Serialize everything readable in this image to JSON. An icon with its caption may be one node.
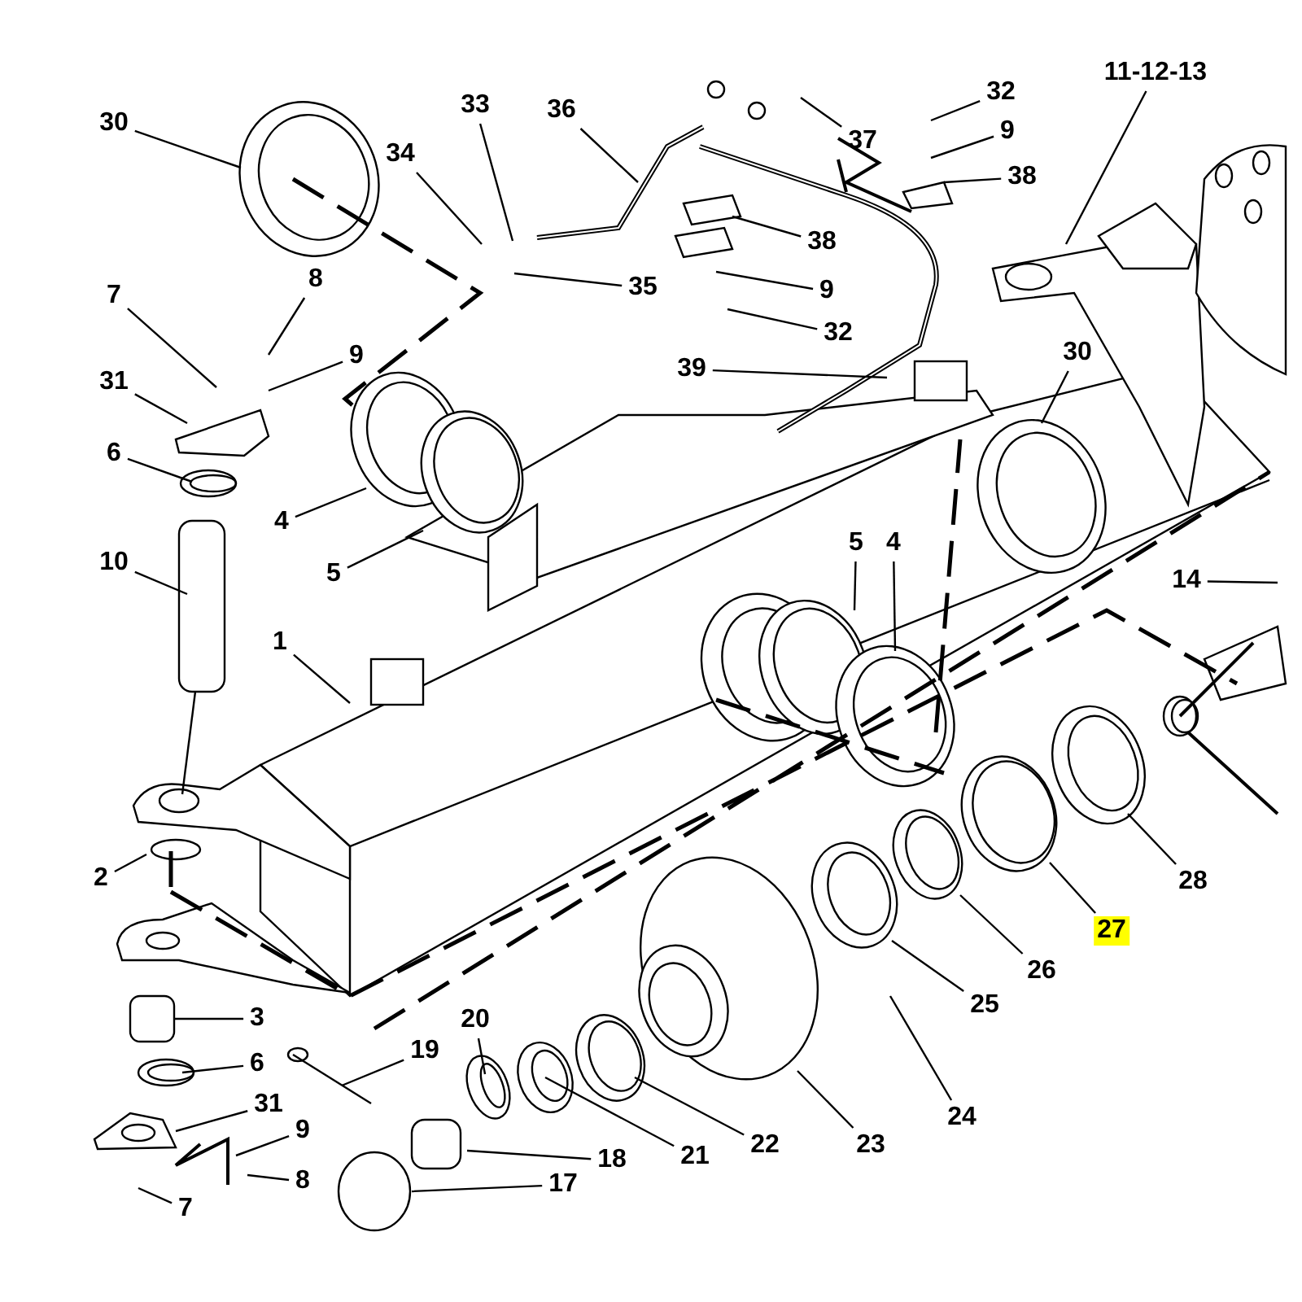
{
  "diagram": {
    "nodes": [
      {
        "text": [
          "30"
        ]
      },
      {
        "text": [
          "33"
        ]
      },
      {
        "text": [
          "36"
        ]
      },
      {
        "text": [
          "34"
        ]
      },
      {
        "text": [
          "35"
        ]
      },
      {
        "text": [
          "32"
        ]
      },
      {
        "text": [
          "9"
        ]
      },
      {
        "text": [
          "37"
        ]
      },
      {
        "text": [
          "38"
        ]
      },
      {
        "text": [
          "38"
        ]
      },
      {
        "text": [
          "9"
        ]
      },
      {
        "text": [
          "32"
        ]
      },
      {
        "text": [
          "11-12-13"
        ]
      },
      {
        "text": [
          "7"
        ]
      },
      {
        "text": [
          "8"
        ]
      },
      {
        "text": [
          "9"
        ]
      },
      {
        "text": [
          "31"
        ]
      },
      {
        "text": [
          "6"
        ]
      },
      {
        "text": [
          "39"
        ]
      },
      {
        "text": [
          "30"
        ]
      },
      {
        "text": [
          "4"
        ]
      },
      {
        "text": [
          "5"
        ]
      },
      {
        "text": [
          "10"
        ]
      },
      {
        "text": [
          "1"
        ]
      },
      {
        "text": [
          "5"
        ]
      },
      {
        "text": [
          "4"
        ]
      },
      {
        "text": [
          "14"
        ]
      },
      {
        "text": [
          "2"
        ]
      },
      {
        "text": [
          "3"
        ]
      },
      {
        "text": [
          "6"
        ]
      },
      {
        "text": [
          "19"
        ]
      },
      {
        "text": [
          "20"
        ]
      },
      {
        "text": [
          "31"
        ]
      },
      {
        "text": [
          "9"
        ]
      },
      {
        "text": [
          "8"
        ]
      },
      {
        "text": [
          "7"
        ]
      },
      {
        "text": [
          "18"
        ]
      },
      {
        "text": [
          "17"
        ]
      },
      {
        "text": [
          "21"
        ]
      },
      {
        "text": [
          "22"
        ]
      },
      {
        "text": [
          "23"
        ]
      },
      {
        "text": [
          "24"
        ]
      },
      {
        "text": [
          "25"
        ]
      },
      {
        "text": [
          "26"
        ]
      },
      {
        "text": [
          "27"
        ]
      },
      {
        "text": [
          "28"
        ]
      }
    ],
    "edges": [
      {
        "from": 0,
        "to": null,
        "arrow": "none"
      },
      {
        "from": 1,
        "to": null,
        "arrow": "none"
      },
      {
        "from": 2,
        "to": null,
        "arrow": "none"
      },
      {
        "from": 3,
        "to": null,
        "arrow": "none"
      },
      {
        "from": 4,
        "to": null,
        "arrow": "none"
      },
      {
        "from": 5,
        "to": null,
        "arrow": "none"
      },
      {
        "from": 6,
        "to": null,
        "arrow": "none"
      },
      {
        "from": 7,
        "to": null,
        "arrow": "none"
      },
      {
        "from": 8,
        "to": null,
        "arrow": "none"
      },
      {
        "from": 9,
        "to": null,
        "arrow": "none"
      },
      {
        "from": 10,
        "to": null,
        "arrow": "none"
      },
      {
        "from": 11,
        "to": null,
        "arrow": "none"
      },
      {
        "from": 12,
        "to": null,
        "arrow": "none"
      },
      {
        "from": 13,
        "to": null,
        "arrow": "none"
      },
      {
        "from": 14,
        "to": null,
        "arrow": "none"
      },
      {
        "from": 15,
        "to": null,
        "arrow": "none"
      },
      {
        "from": 16,
        "to": null,
        "arrow": "none"
      },
      {
        "from": 17,
        "to": null,
        "arrow": "none"
      },
      {
        "from": 18,
        "to": null,
        "arrow": "none"
      },
      {
        "from": 19,
        "to": null,
        "arrow": "none"
      },
      {
        "from": 20,
        "to": null,
        "arrow": "none"
      },
      {
        "from": 21,
        "to": null,
        "arrow": "none"
      },
      {
        "from": 22,
        "to": null,
        "arrow": "none"
      },
      {
        "from": 23,
        "to": null,
        "arrow": "none"
      },
      {
        "from": 24,
        "to": null,
        "arrow": "none"
      },
      {
        "from": 25,
        "to": null,
        "arrow": "none"
      },
      {
        "from": 26,
        "to": null,
        "arrow": "none"
      },
      {
        "from": 27,
        "to": null,
        "arrow": "none"
      },
      {
        "from": 28,
        "to": null,
        "arrow": "none"
      },
      {
        "from": 29,
        "to": null,
        "arrow": "none"
      },
      {
        "from": 30,
        "to": null,
        "arrow": "none"
      },
      {
        "from": 31,
        "to": null,
        "arrow": "none"
      },
      {
        "from": 32,
        "to": null,
        "arrow": "none"
      },
      {
        "from": 33,
        "to": null,
        "arrow": "none"
      },
      {
        "from": 34,
        "to": null,
        "arrow": "none"
      },
      {
        "from": 35,
        "to": null,
        "arrow": "none"
      },
      {
        "from": 36,
        "to": null,
        "arrow": "none"
      },
      {
        "from": 37,
        "to": null,
        "arrow": "none"
      },
      {
        "from": 38,
        "to": null,
        "arrow": "none"
      },
      {
        "from": 39,
        "to": null,
        "arrow": "none"
      },
      {
        "from": 40,
        "to": null,
        "arrow": "none"
      },
      {
        "from": 41,
        "to": null,
        "arrow": "none"
      },
      {
        "from": 42,
        "to": null,
        "arrow": "none"
      },
      {
        "from": 43,
        "to": null,
        "arrow": "none"
      },
      {
        "from": 44,
        "to": null,
        "arrow": "none"
      },
      {
        "from": 45,
        "to": null,
        "arrow": "none"
      }
    ]
  }
}
